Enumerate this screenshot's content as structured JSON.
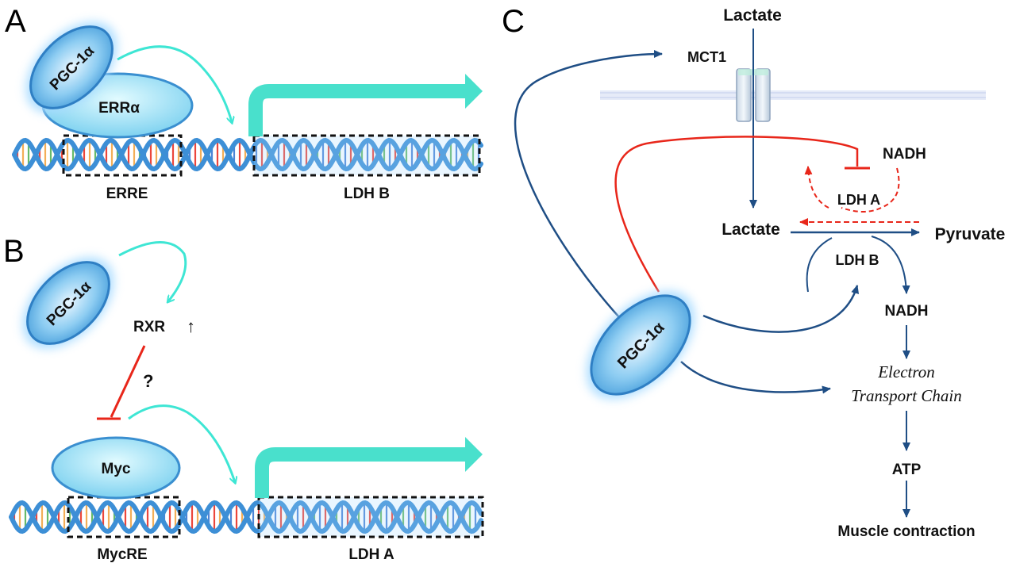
{
  "panels": {
    "a": "A",
    "b": "B",
    "c": "C"
  },
  "panel_a": {
    "coactivator": "PGC-1α",
    "receptor": "ERRα",
    "element": "ERRE",
    "gene": "LDH B"
  },
  "panel_b": {
    "coactivator": "PGC-1α",
    "rxr": "RXR",
    "up_arrow": "↑",
    "question": "?",
    "repressor": "Myc",
    "element": "MycRE",
    "gene": "LDH A"
  },
  "panel_c": {
    "lactate_outside": "Lactate",
    "transporter": "MCT1",
    "nadh_top": "NADH",
    "ldh_a": "LDH A",
    "lactate_inside": "Lactate",
    "pyruvate": "Pyruvate",
    "ldh_b": "LDH B",
    "nadh_bottom": "NADH",
    "etc_line1": "Electron",
    "etc_line2": "Transport Chain",
    "atp": "ATP",
    "muscle": "Muscle contraction",
    "coactivator": "PGC-1α"
  },
  "colors": {
    "activation_arrow": "#3ee6d4",
    "inhibition": "#e8261a",
    "pathway": "#1f4e85",
    "protein_fill": "#8fd3f5",
    "protein_stroke": "#3a8fd0"
  }
}
